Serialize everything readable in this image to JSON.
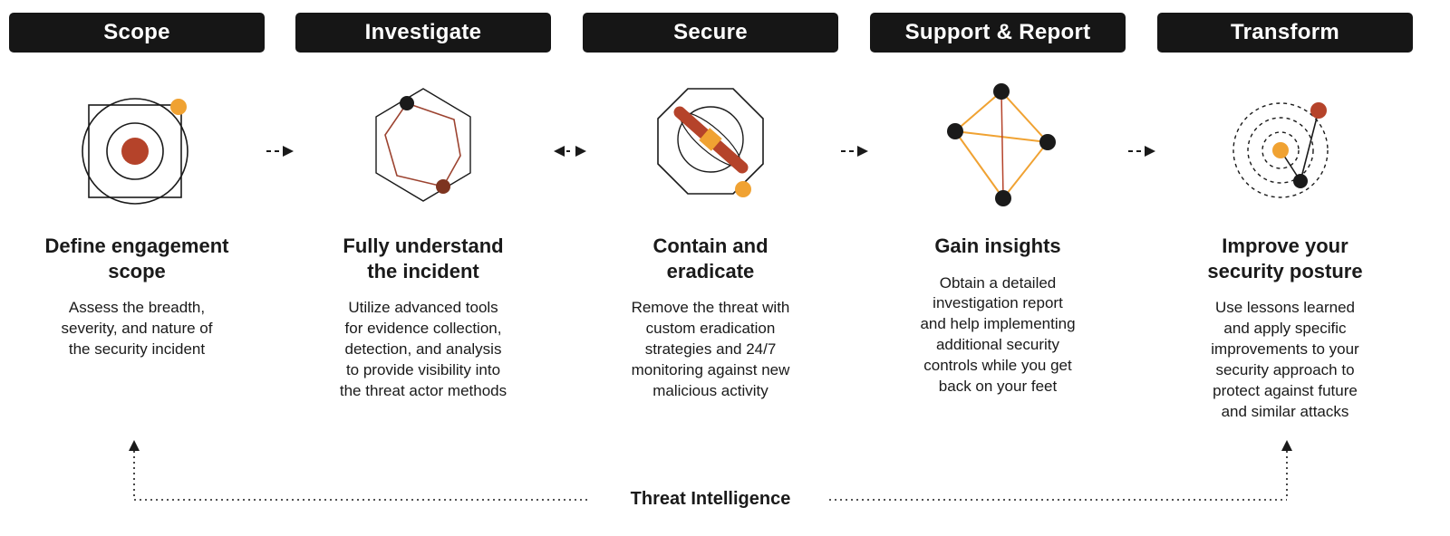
{
  "diagram": {
    "stages": [
      {
        "header": "Scope",
        "icon": "target-scope-icon",
        "title": "Define engagement\nscope",
        "description": "Assess the breadth,\nseverity, and nature of\nthe security incident"
      },
      {
        "header": "Investigate",
        "icon": "hexagon-trace-icon",
        "title": "Fully understand\nthe incident",
        "description": "Utilize advanced tools\nfor evidence collection,\ndetection, and analysis\nto provide visibility into\nthe threat actor methods"
      },
      {
        "header": "Secure",
        "icon": "octagon-block-icon",
        "title": "Contain and\neradicate",
        "description": "Remove the threat with\ncustom eradication\nstrategies and 24/7\nmonitoring against new\nmalicious activity"
      },
      {
        "header": "Support & Report",
        "icon": "network-nodes-icon",
        "title": "Gain insights",
        "description": "Obtain a detailed\ninvestigation report\nand help implementing\nadditional security\ncontrols while you get\nback on your feet"
      },
      {
        "header": "Transform",
        "icon": "radar-orbits-icon",
        "title": "Improve your\nsecurity posture",
        "description": "Use lessons learned\nand apply specific\nimprovements to your\nsecurity approach to\nprotect against future\nand similar attacks"
      }
    ],
    "connectors": [
      {
        "from": "Scope",
        "to": "Investigate",
        "type": "dashed-arrow-right"
      },
      {
        "from": "Investigate",
        "to": "Secure",
        "type": "dashed-arrow-bidirectional"
      },
      {
        "from": "Secure",
        "to": "Support & Report",
        "type": "dashed-arrow-right"
      },
      {
        "from": "Support & Report",
        "to": "Transform",
        "type": "dashed-arrow-right"
      }
    ],
    "feedback_loop": {
      "label": "Threat Intelligence",
      "endpoints": [
        "Scope",
        "Transform"
      ],
      "style": "dotted-line-with-up-arrows-at-both-ends"
    },
    "colors": {
      "header_bg": "#161616",
      "header_text": "#ffffff",
      "orange": "#f0a232",
      "red": "#b5432a",
      "dark_red": "#7d3420",
      "ink": "#1a1a1a"
    }
  }
}
